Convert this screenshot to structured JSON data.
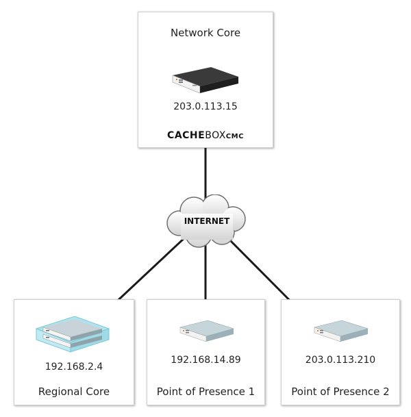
{
  "network_core": {
    "title": "Network Core",
    "ip": "203.0.113.15",
    "brand": {
      "part1": "CACHE",
      "part2": "BOX",
      "part3": "CMC"
    }
  },
  "internet": {
    "label": "INTERNET"
  },
  "regional_core": {
    "title": "Regional Core",
    "ip": "192.168.2.4"
  },
  "pop1": {
    "title": "Point of Presence 1",
    "ip": "192.168.14.89"
  },
  "pop2": {
    "title": "Point of Presence 2",
    "ip": "203.0.113.210"
  },
  "colors": {
    "core_device": "#2a2a2a",
    "edge_device": "#b6c9d0",
    "highlight": "#9fdbe6",
    "cloud": "#ececec",
    "link": "#1a1a1a"
  }
}
